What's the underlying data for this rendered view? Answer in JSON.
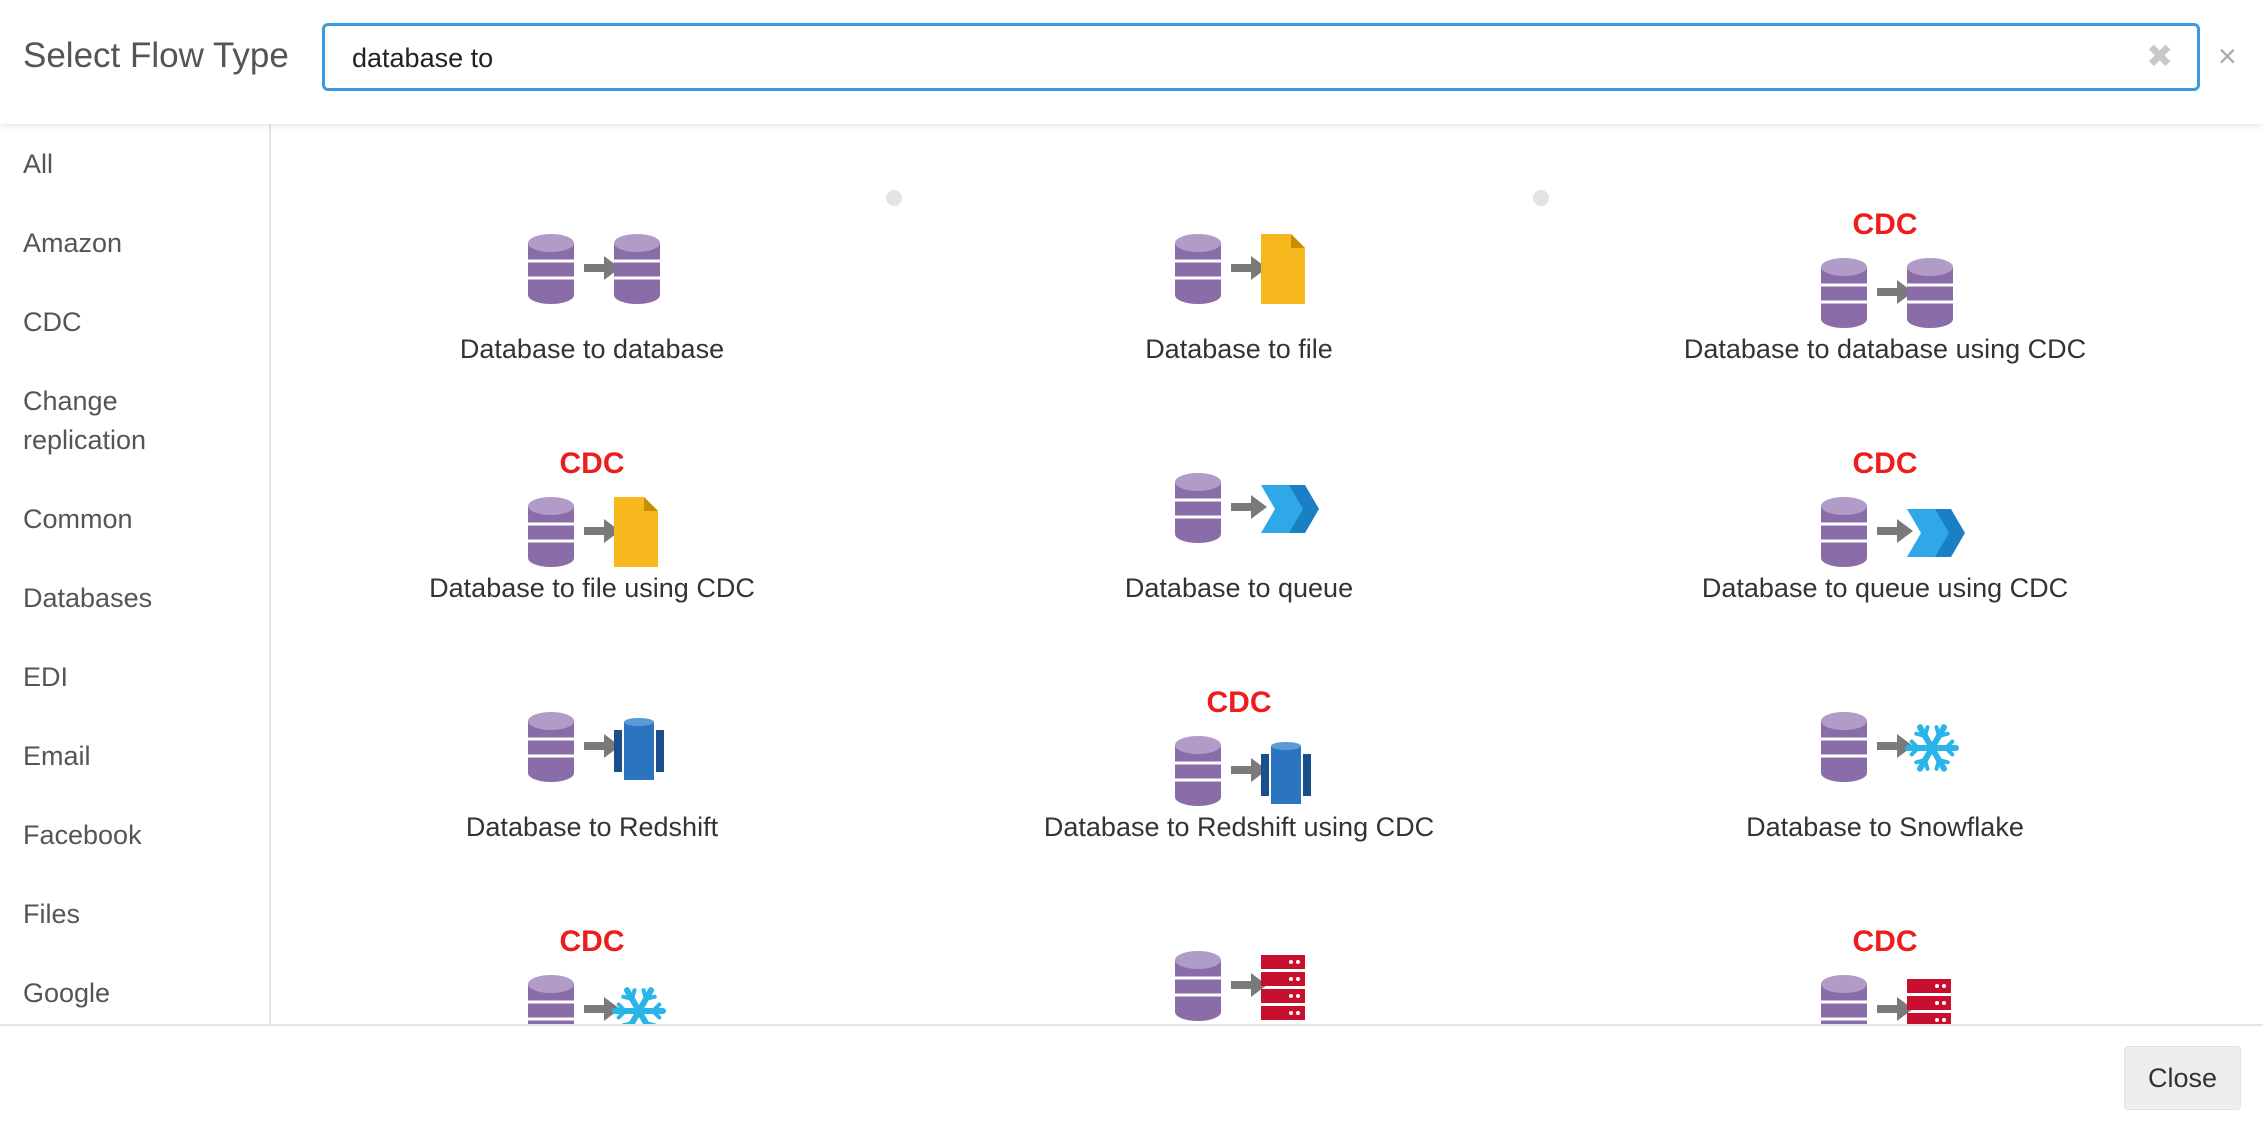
{
  "header": {
    "title": "Select Flow Type",
    "search_value": "database to",
    "clear_icon": "✖",
    "close_icon": "×"
  },
  "sidebar": {
    "items": [
      {
        "label": "All"
      },
      {
        "label": "Amazon"
      },
      {
        "label": "CDC"
      },
      {
        "label": "Change replication"
      },
      {
        "label": "Common"
      },
      {
        "label": "Databases"
      },
      {
        "label": "EDI"
      },
      {
        "label": "Email"
      },
      {
        "label": "Facebook"
      },
      {
        "label": "Files"
      },
      {
        "label": "Google"
      }
    ]
  },
  "flows": [
    {
      "label": "Database to database",
      "cdc": false,
      "target": "database"
    },
    {
      "label": "Database to file",
      "cdc": false,
      "target": "file"
    },
    {
      "label": "Database to database using CDC",
      "cdc": true,
      "target": "database"
    },
    {
      "label": "Database to file using CDC",
      "cdc": true,
      "target": "file"
    },
    {
      "label": "Database to queue",
      "cdc": false,
      "target": "queue"
    },
    {
      "label": "Database to queue using CDC",
      "cdc": true,
      "target": "queue"
    },
    {
      "label": "Database to Redshift",
      "cdc": false,
      "target": "redshift"
    },
    {
      "label": "Database to Redshift using CDC",
      "cdc": true,
      "target": "redshift"
    },
    {
      "label": "Database to Snowflake",
      "cdc": false,
      "target": "snowflake"
    },
    {
      "label": "",
      "cdc": true,
      "target": "snowflake"
    },
    {
      "label": "",
      "cdc": false,
      "target": "server"
    },
    {
      "label": "",
      "cdc": true,
      "target": "server"
    }
  ],
  "badge": {
    "cdc_text": "CDC"
  },
  "colors": {
    "database": "#8a6ca8",
    "arrow": "#7a7a7a",
    "file": "#f7b81d",
    "queue": "#2fa8e8",
    "redshift": "#2b74c0",
    "snowflake": "#29b5e8",
    "server": "#c8102e",
    "cdc": "#ee1c1c",
    "search_border": "#3a9be0"
  },
  "footer": {
    "close_label": "Close"
  }
}
